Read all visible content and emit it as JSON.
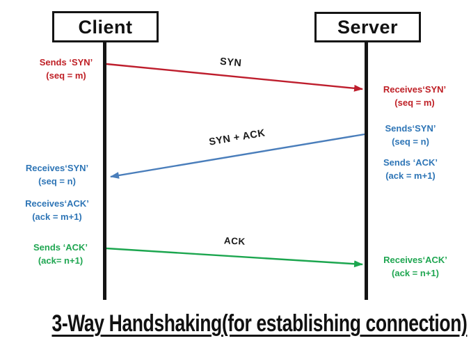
{
  "title": "3-Way Handshaking(for establishing connection)",
  "actors": {
    "client": "Client",
    "server": "Server"
  },
  "messages": {
    "syn": "SYN",
    "syn_ack": "SYN + ACK",
    "ack": "ACK"
  },
  "annotations": {
    "client_sends_syn": {
      "line1": "Sends ‘SYN’",
      "line2": "(seq = m)"
    },
    "server_receives_syn": {
      "line1": "Receives‘SYN’",
      "line2": "(seq = m)"
    },
    "server_sends_syn": {
      "line1": "Sends‘SYN’",
      "line2": "(seq = n)"
    },
    "server_sends_ack": {
      "line1": "Sends ‘ACK’",
      "line2": "(ack = m+1)"
    },
    "client_receives_syn": {
      "line1": "Receives‘SYN’",
      "line2": "(seq = n)"
    },
    "client_receives_ack": {
      "line1": "Receives‘ACK’",
      "line2": "(ack = m+1)"
    },
    "client_sends_ack": {
      "line1": "Sends ‘ACK’",
      "line2": "(ack= n+1)"
    },
    "server_receives_ack": {
      "line1": "Receives‘ACK’",
      "line2": "(ack = n+1)"
    }
  },
  "colors": {
    "syn": "#be1e2d",
    "syn_text": "#bf2026",
    "syn_ack": "#4a7ebb",
    "text_blue": "#2e75b6",
    "ack": "#1ca64f",
    "ack_text": "#1fa651",
    "line_black": "#141414"
  }
}
